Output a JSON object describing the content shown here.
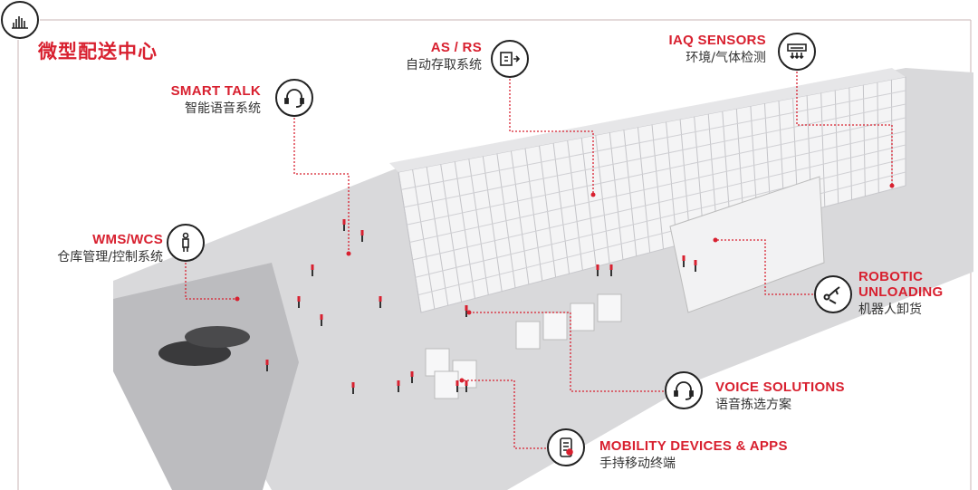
{
  "title": "微型配送中心",
  "colors": {
    "accent": "#d8202f",
    "floor": "#d9d9db",
    "text": "#333333"
  },
  "callouts": {
    "smart_talk": {
      "en": "SMART TALK",
      "cn": "智能语音系统",
      "icon": "headset-icon"
    },
    "asrs": {
      "en": "AS / RS",
      "cn": "自动存取系统",
      "icon": "conveyor-icon"
    },
    "iaq": {
      "en": "IAQ SENSORS",
      "cn": "环境/气体检测",
      "icon": "air-sensor-icon"
    },
    "wms": {
      "en": "WMS/WCS",
      "cn": "仓库管理/控制系统",
      "icon": "worker-icon"
    },
    "robotic": {
      "en1": "ROBOTIC",
      "en2": "UNLOADING",
      "cn": "机器人卸货",
      "icon": "robot-arm-icon"
    },
    "voice": {
      "en": "VOICE SOLUTIONS",
      "cn": "语音拣选方案",
      "icon": "headset-icon"
    },
    "mobility": {
      "en": "MOBILITY DEVICES & APPS",
      "cn": "手持移动终端",
      "icon": "mobile-device-icon"
    }
  }
}
